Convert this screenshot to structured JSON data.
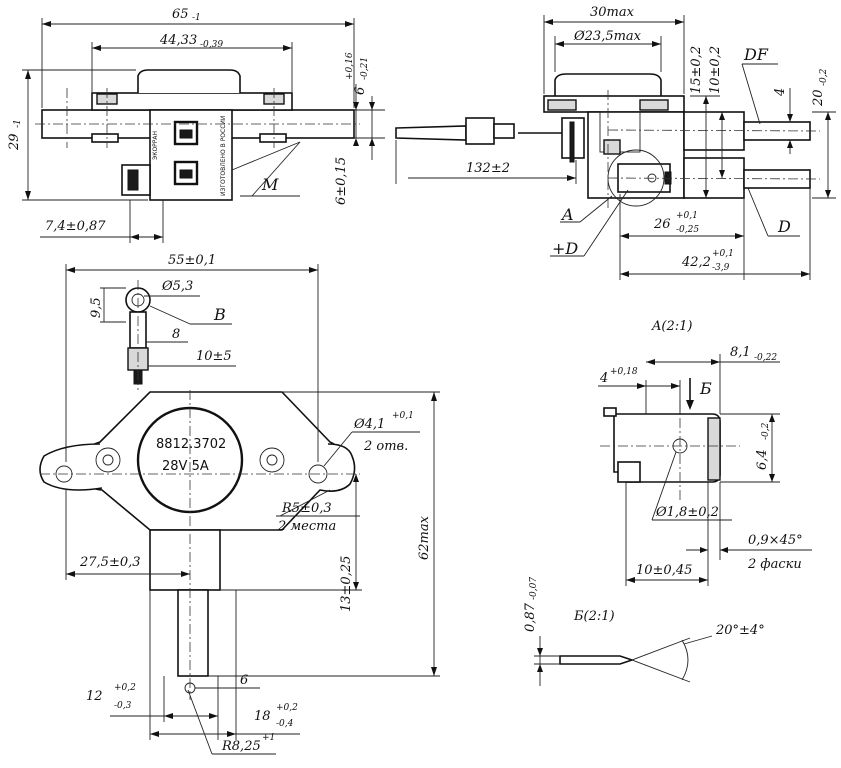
{
  "side_view": {
    "dim_length": "65",
    "dim_length_tol": "-1",
    "dim_hole_pitch": "44,33",
    "dim_hole_pitch_tol": "-0,39",
    "dim_height": "29",
    "dim_height_tol": "-1",
    "dim_flange": "6",
    "dim_flange_tol_upper": "+0,16",
    "dim_flange_tol_lower": "-0,21",
    "dim_flange_pos": "6±0,15",
    "dim_offset": "7,4±0,87",
    "label_m": "M",
    "vertical_text_1": "ЭКОРРАН",
    "vertical_text_2": "ИЗГОТОВЛЕНО В РОССИИ"
  },
  "end_view": {
    "dim_width_max": "30max",
    "dim_diam_max": "Ø23,5max",
    "dim_15": "15±0,2",
    "dim_10": "10±0,2",
    "dim_4": "4",
    "dim_20": "20",
    "dim_20_tol": "-0,2",
    "dim_lead": "132±2",
    "dim_26": "26",
    "dim_26_tol_upper": "+0,1",
    "dim_26_tol_lower": "-0,25",
    "dim_42": "42,2",
    "dim_42_tol_upper": "+0,1",
    "dim_42_tol_lower": "-3,9",
    "label_df": "DF",
    "label_d": "D",
    "label_a": "A",
    "label_plus_d": "+D"
  },
  "top_view": {
    "dim_55": "55±0,1",
    "dim_95": "9,5",
    "dim_eye": "Ø5,3",
    "dim_8": "8",
    "dim_10": "10±5",
    "label_b": "B",
    "marking_line1": "8812.3702",
    "marking_line2": "28V  5A",
    "dim_hole": "Ø4,1",
    "dim_hole_tol": "+0,1",
    "dim_hole_note": "2 отв.",
    "dim_radius": "R5±0,3",
    "dim_radius_note": "2 места",
    "dim_27": "27,5±0,3",
    "dim_13": "13±0,25",
    "dim_62": "62max",
    "dim_6": "6",
    "dim_12": "12",
    "dim_12_tol_upper": "+0,2",
    "dim_12_tol_lower": "-0,3",
    "dim_18": "18",
    "dim_18_tol_upper": "+0,2",
    "dim_18_tol_lower": "-0,4",
    "dim_r8": "R8,25",
    "dim_r8_tol": "+1"
  },
  "detail_a": {
    "title": "A(2:1)",
    "dim_4": "4",
    "dim_4_tol": "+0,18",
    "dim_81": "8,1",
    "dim_81_tol": "-0,22",
    "label_b": "Б",
    "dim_64": "6,4",
    "dim_64_tol": "-0,2",
    "dim_hole": "Ø1,8±0,2",
    "dim_chamfer": "0,9×45°",
    "dim_chamfer_note": "2 фаски",
    "dim_10": "10±0,45"
  },
  "detail_b": {
    "title": "Б(2:1)",
    "dim_087": "0,87",
    "dim_087_tol": "-0,07",
    "dim_angle": "20°±4°"
  }
}
